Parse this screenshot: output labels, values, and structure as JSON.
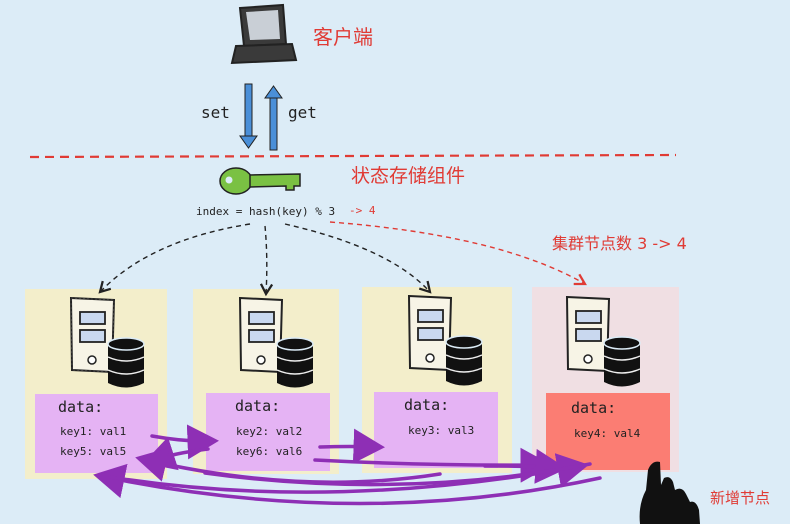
{
  "client": {
    "label": "客户端"
  },
  "ops": {
    "set": "set",
    "get": "get"
  },
  "component": {
    "label": "状态存储组件"
  },
  "formula": {
    "text": "index = hash(key) % 3",
    "change": "-> 4"
  },
  "cluster_note": "集群节点数 3 -> 4",
  "new_node_label": "新增节点",
  "nodes": [
    {
      "title": "data:",
      "lines": [
        "key1: val1",
        "key5: val5"
      ]
    },
    {
      "title": "data:",
      "lines": [
        "key2: val2",
        "key6: val6"
      ]
    },
    {
      "title": "data:",
      "lines": [
        "key3: val3"
      ]
    },
    {
      "title": "data:",
      "lines": [
        "key4: val4"
      ]
    }
  ],
  "colors": {
    "background": "#dcecf7",
    "node_bg": "#f3eecb",
    "new_node_bg": "#f0dfe3",
    "data_bg": "#e5b3f4",
    "new_data_bg": "#fb7d73",
    "migration_arrow": "#8e2fb5",
    "accent_red": "#e03b35"
  }
}
